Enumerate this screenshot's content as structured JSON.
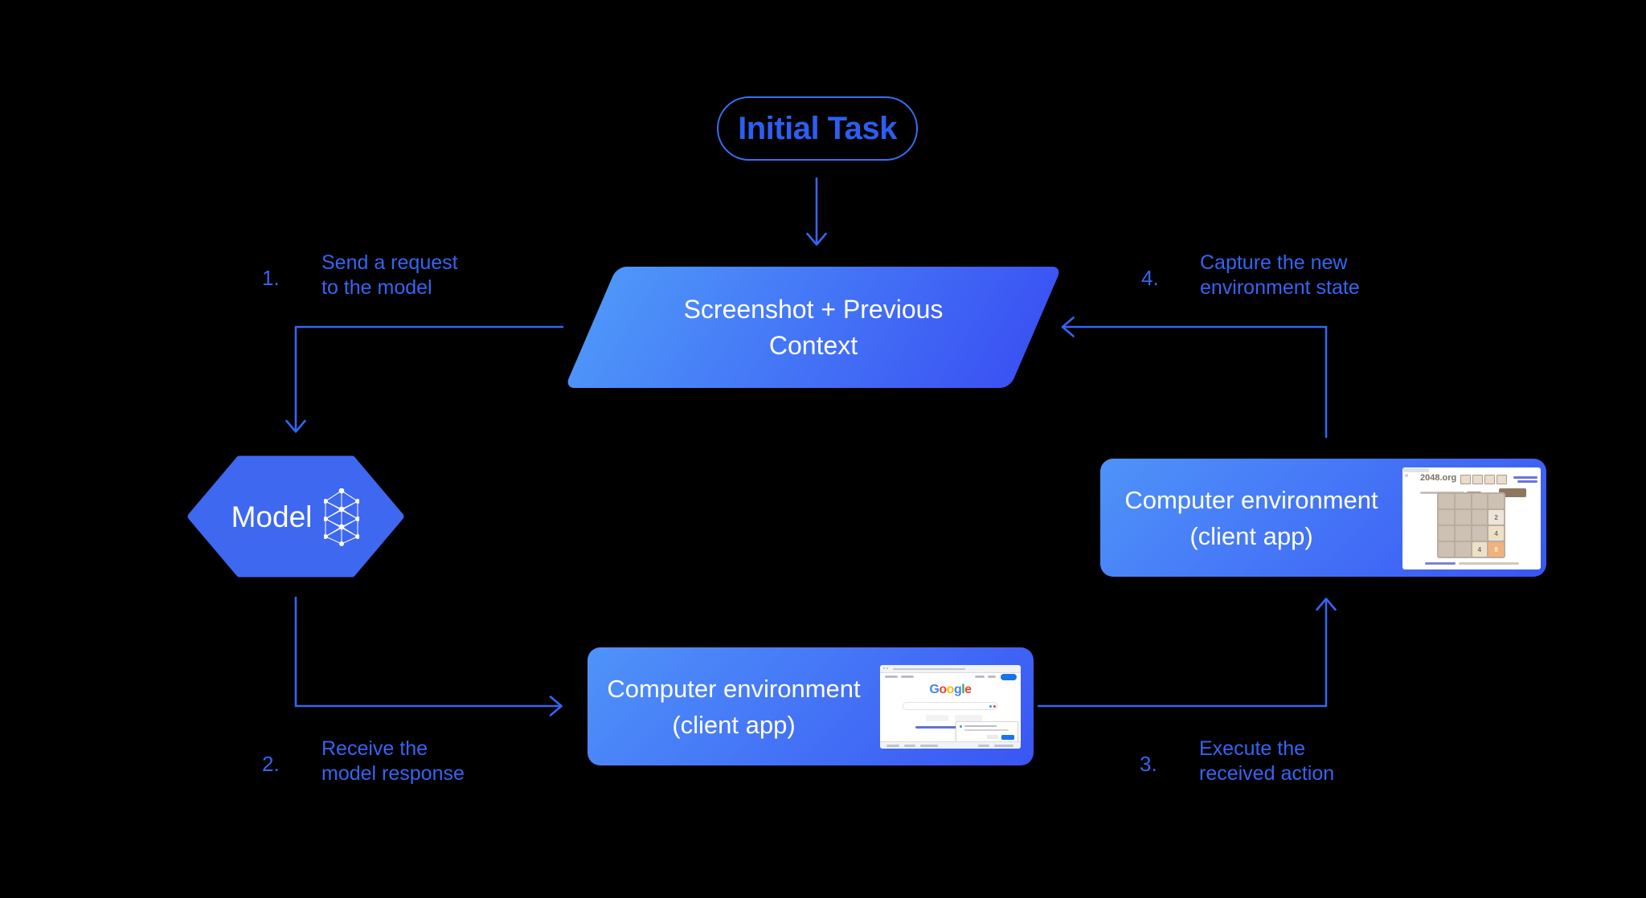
{
  "diagram": {
    "initial_task": {
      "label": "Initial Task"
    },
    "screenshot_context": {
      "line1": "Screenshot + Previous",
      "line2": "Context"
    },
    "model": {
      "label": "Model"
    },
    "env_client_right": {
      "line1": "Computer environment",
      "line2": "(client app)"
    },
    "env_client_bottom": {
      "line1": "Computer environment",
      "line2": "(client app)"
    },
    "steps": [
      {
        "number": "1.",
        "line1": "Send a request",
        "line2": "to the model"
      },
      {
        "number": "2.",
        "line1": "Receive the",
        "line2": "model response"
      },
      {
        "number": "3.",
        "line1": "Execute the",
        "line2": "received action"
      },
      {
        "number": "4.",
        "line1": "Capture the new",
        "line2": "environment state"
      }
    ]
  },
  "thumbnails": {
    "game2048": {
      "site": "2048.org",
      "tiles": {
        "r2c4": "2",
        "r3c4": "4",
        "r4c3": "4",
        "r4c4": "8"
      }
    },
    "google": {
      "letters": [
        "G",
        "o",
        "o",
        "g",
        "l",
        "e"
      ],
      "letter_colors": [
        "#4285F4",
        "#EA4335",
        "#FBBC05",
        "#4285F4",
        "#34A853",
        "#EA4335"
      ]
    }
  },
  "colors": {
    "background": "#000000",
    "accent_blue": "#3565f2",
    "shape_gradient_light": "#4f93f9",
    "shape_gradient_dark": "#3a55f4",
    "hexagon_fill": "#3e68f0"
  }
}
